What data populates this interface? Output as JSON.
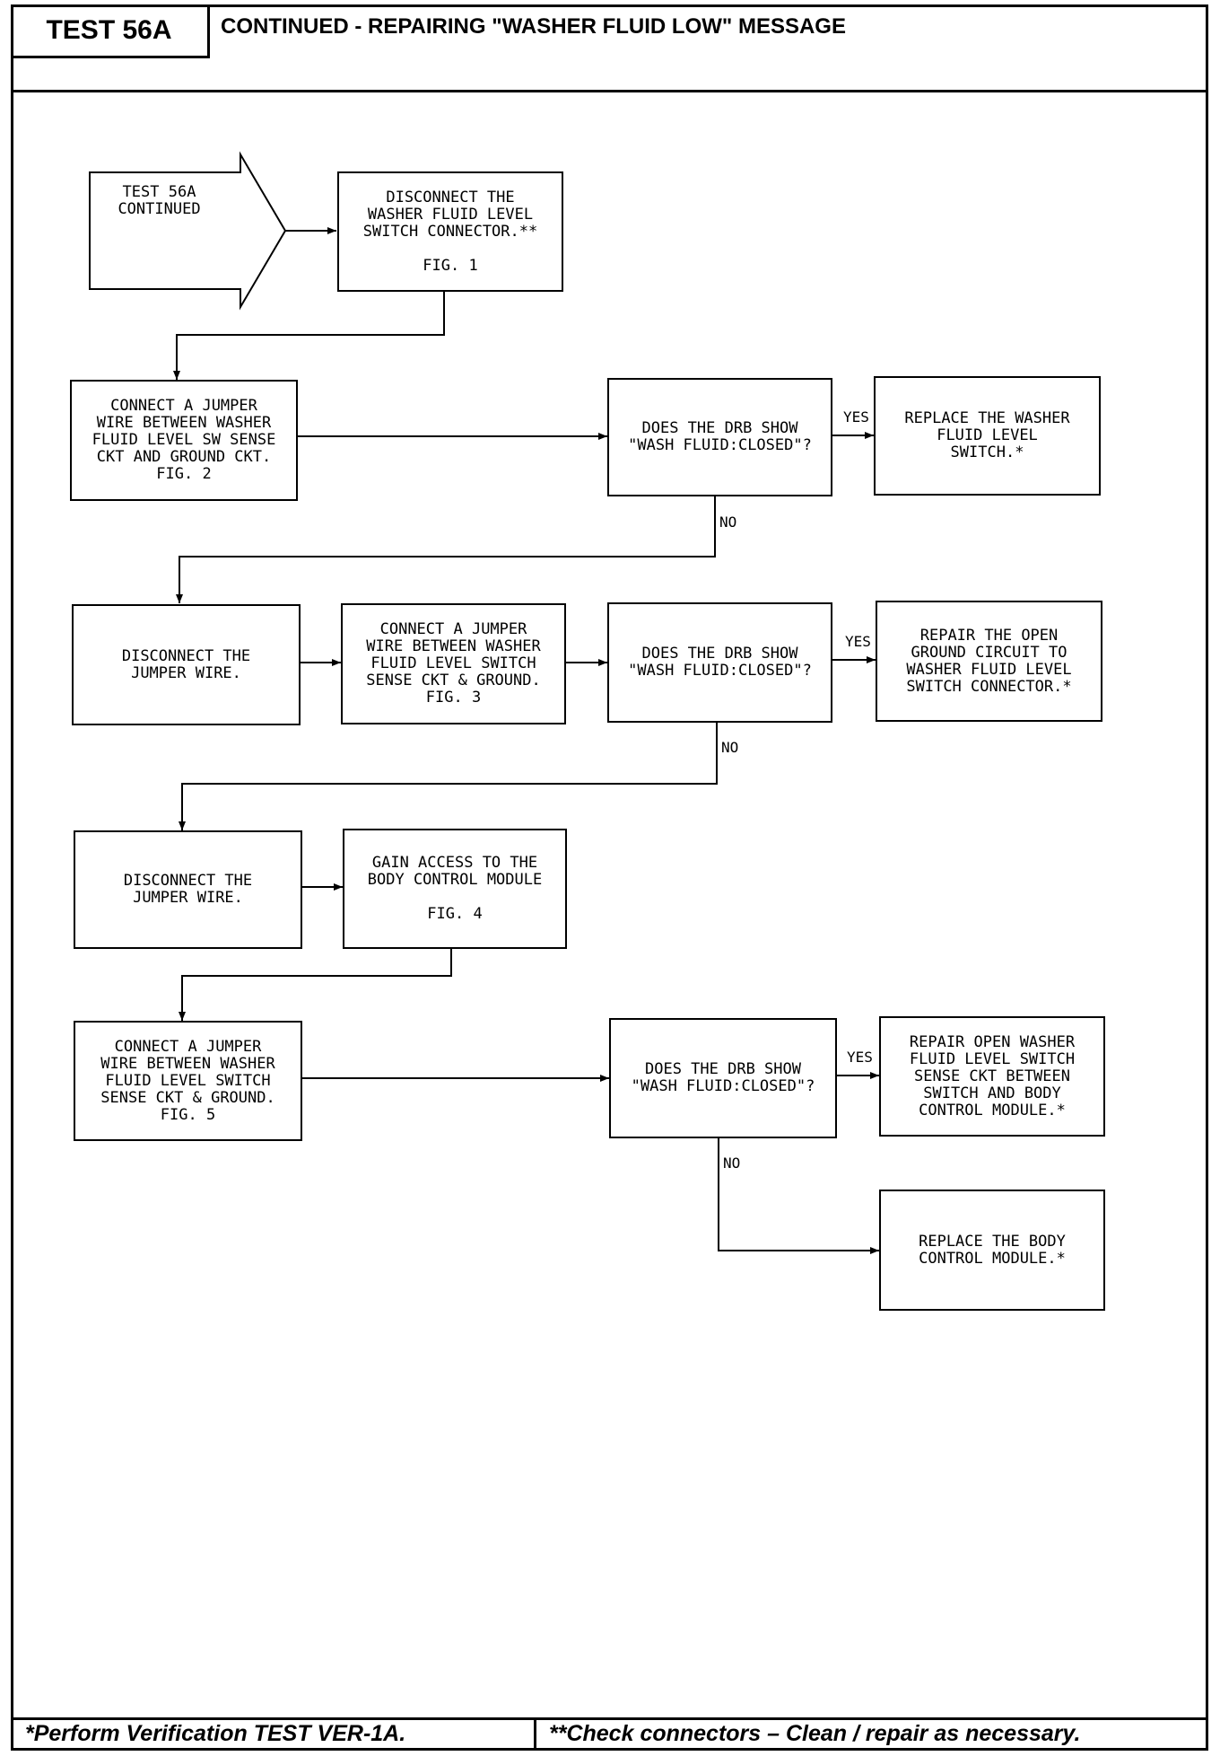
{
  "header": {
    "test_id": "TEST 56A",
    "title": "CONTINUED - REPAIRING \"WASHER FLUID LOW\" MESSAGE"
  },
  "start_arrow": {
    "lines": [
      "TEST 56A",
      "CONTINUED"
    ]
  },
  "steps": {
    "disconnect_switch": {
      "lines": [
        "DISCONNECT THE",
        "WASHER FLUID LEVEL",
        "SWITCH CONNECTOR.**",
        "",
        "FIG. 1"
      ]
    },
    "jumper_sw_sense": {
      "lines": [
        "CONNECT A JUMPER",
        "WIRE BETWEEN WASHER",
        "FLUID LEVEL SW SENSE",
        "CKT AND GROUND CKT.",
        "FIG. 2"
      ]
    },
    "drb_q1": {
      "lines": [
        "DOES THE DRB SHOW",
        "\"WASH FLUID:CLOSED\"?"
      ]
    },
    "replace_switch": {
      "lines": [
        "REPLACE THE WASHER",
        "FLUID LEVEL",
        "SWITCH.*"
      ]
    },
    "disconnect_jumper_1": {
      "lines": [
        "DISCONNECT THE",
        "JUMPER WIRE."
      ]
    },
    "jumper_switch_ground": {
      "lines": [
        "CONNECT A JUMPER",
        "WIRE BETWEEN WASHER",
        "FLUID LEVEL SWITCH",
        "SENSE CKT & GROUND.",
        "FIG. 3"
      ]
    },
    "drb_q2": {
      "lines": [
        "DOES THE DRB SHOW",
        "\"WASH FLUID:CLOSED\"?"
      ]
    },
    "repair_ground": {
      "lines": [
        "REPAIR THE OPEN",
        "GROUND CIRCUIT TO",
        "WASHER FLUID LEVEL",
        "SWITCH CONNECTOR.*"
      ]
    },
    "disconnect_jumper_2": {
      "lines": [
        "DISCONNECT THE",
        "JUMPER WIRE."
      ]
    },
    "gain_access_bcm": {
      "lines": [
        "GAIN ACCESS TO THE",
        "BODY CONTROL MODULE",
        "",
        "FIG. 4"
      ]
    },
    "jumper_fig5": {
      "lines": [
        "CONNECT A JUMPER",
        "WIRE BETWEEN WASHER",
        "FLUID LEVEL SWITCH",
        "SENSE CKT & GROUND.",
        "FIG. 5"
      ]
    },
    "drb_q3": {
      "lines": [
        "DOES THE DRB SHOW",
        "\"WASH FLUID:CLOSED\"?"
      ]
    },
    "repair_sense": {
      "lines": [
        "REPAIR OPEN WASHER",
        "FLUID LEVEL SWITCH",
        "SENSE CKT BETWEEN",
        "SWITCH AND BODY",
        "CONTROL MODULE.*"
      ]
    },
    "replace_bcm": {
      "lines": [
        "REPLACE THE BODY",
        "CONTROL MODULE.*"
      ]
    }
  },
  "branch_labels": {
    "yes": "YES",
    "no": "NO"
  },
  "footer": {
    "left": "*Perform Verification TEST VER-1A.",
    "right": "**Check connectors – Clean / repair as necessary."
  }
}
